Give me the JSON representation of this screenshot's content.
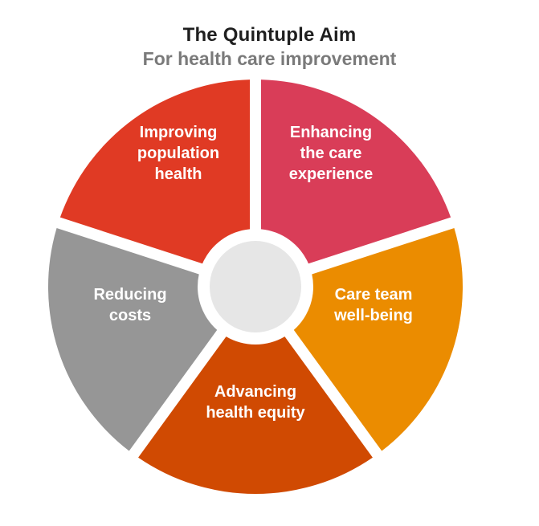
{
  "header": {
    "title": "The Quintuple Aim",
    "subtitle": "For health care improvement"
  },
  "wheel": {
    "segments": [
      {
        "id": "improving-population-health",
        "lines": [
          "Improving",
          "population",
          "health"
        ],
        "color": "#e03a24"
      },
      {
        "id": "enhancing-care-experience",
        "lines": [
          "Enhancing",
          "the care",
          "experience"
        ],
        "color": "#d93d58"
      },
      {
        "id": "care-team-well-being",
        "lines": [
          "Care team",
          "well-being"
        ],
        "color": "#eb8c00"
      },
      {
        "id": "advancing-health-equity",
        "lines": [
          "Advancing",
          "health equity"
        ],
        "color": "#d04a02"
      },
      {
        "id": "reducing-costs",
        "lines": [
          "Reducing",
          "costs"
        ],
        "color": "#969696"
      }
    ],
    "hub_color": "#e6e6e6"
  }
}
